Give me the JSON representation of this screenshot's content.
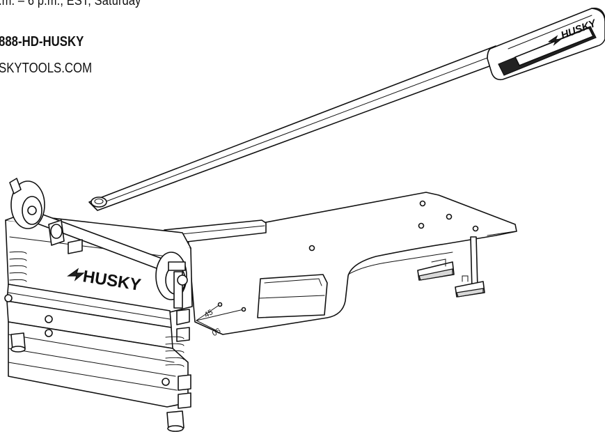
{
  "contact": {
    "hours": ".m. – 6 p.m., EST, Saturday",
    "phone": "888-HD-HUSKY",
    "website": "SKYTOOLS.COM"
  },
  "illustration": {
    "base_brand": "HUSKY",
    "handle_brand": "HUSKY",
    "angle_marks": [
      "45",
      "90"
    ]
  },
  "icons": {
    "base_logo": "husky-arrow-logo-icon",
    "handle_logo": "husky-arrow-logo-icon"
  }
}
